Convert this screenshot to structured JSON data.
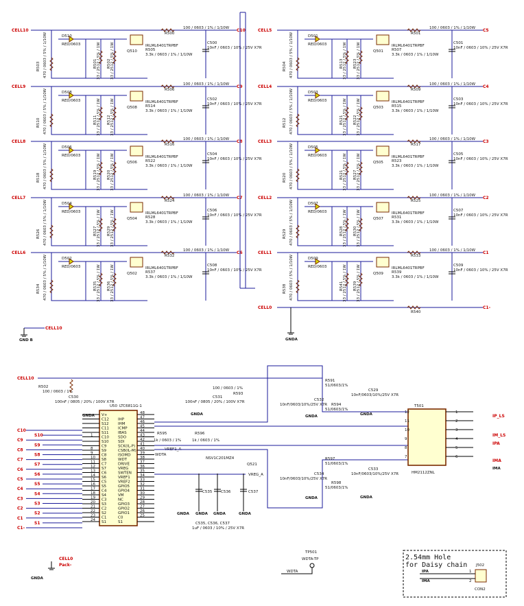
{
  "left_bank": {
    "cell_labels": [
      "CELL10",
      "CELL9",
      "CELL8",
      "CELL7",
      "CELL6"
    ],
    "c_labels": [
      "C10",
      "C9",
      "C8",
      "C7",
      "C6"
    ],
    "leds": [
      "D510",
      "D508",
      "D506",
      "D504",
      "D502"
    ],
    "led_val": "RED/0603",
    "mosfets": [
      "Q510",
      "Q508",
      "Q506",
      "Q504",
      "Q502"
    ],
    "mos_val": "IRLML6401TRPBF",
    "r_series": [
      "R500",
      "R506",
      "R516",
      "R524",
      "R532"
    ],
    "r_series_val": "100 / 0603 / 1% / 1/10W",
    "r_gate": [
      "R505",
      "R514",
      "R522",
      "R528",
      "R537"
    ],
    "r_gate_val": "3.3k / 0603 / 1% / 1/10W",
    "r_led": [
      "R503",
      "R510",
      "R518",
      "R526",
      "R534"
    ],
    "r_led_val": "470 / 0603 / 5% / 1/10W",
    "r_bal_a": [
      "R501",
      "R511",
      "R519",
      "R527",
      "R535"
    ],
    "r_bal_b": [
      "R502",
      "R512",
      "R520",
      "R529",
      "R536"
    ],
    "r_bal_val": "33 / 2512 / 5% / 1W",
    "caps": [
      "C500",
      "C502",
      "C504",
      "C506",
      "C508"
    ],
    "cap_val": "10nF / 0603 / 10% / 25V X7R",
    "bottom_label": "CELL10",
    "gnd": "GND B"
  },
  "right_bank": {
    "cell_labels": [
      "CELL5",
      "CELL4",
      "CELL3",
      "CELL2",
      "CELL1",
      "CELL0"
    ],
    "c_labels": [
      "C5",
      "C4",
      "C3",
      "C2",
      "C1",
      "C1-"
    ],
    "leds": [
      "D501",
      "D503",
      "D505",
      "D507",
      "D509"
    ],
    "mosfets": [
      "Q501",
      "Q503",
      "Q505",
      "Q507",
      "Q509"
    ],
    "r_series": [
      "R501",
      "R509",
      "R517",
      "R525",
      "R533",
      "R540"
    ],
    "r_series_val": "100 / 0603 / 1% / 1/10W",
    "r_gate": [
      "R507",
      "R515",
      "R523",
      "R531",
      "R539"
    ],
    "r_gate_val": "3.3k / 0603 / 1% / 1/10W",
    "r_led": [
      "R504",
      "R512",
      "R520",
      "R529",
      "R538"
    ],
    "r_bal_a": [
      "R513",
      "R521",
      "R521",
      "R528",
      "R541"
    ],
    "r_bal_b": [
      "R523",
      "R522",
      "R527",
      "R530",
      "R539"
    ],
    "caps": [
      "C501",
      "C503",
      "C505",
      "C507",
      "C509"
    ],
    "cap_val": "10nF / 0603 / 10% / 25V X7R",
    "gnd": "GNDA"
  },
  "ic": {
    "ref": "U50",
    "part": "LTC6811G-1",
    "left_pins": [
      {
        "num": "",
        "name": "V+"
      },
      {
        "num": "",
        "name": "C12"
      },
      {
        "num": "",
        "name": "S12"
      },
      {
        "num": "",
        "name": "C11"
      },
      {
        "num": "",
        "name": "S11"
      },
      {
        "num": "1",
        "name": "C10"
      },
      {
        "num": "",
        "name": "S10"
      },
      {
        "num": "",
        "name": "C9"
      },
      {
        "num": "8",
        "name": "S9"
      },
      {
        "num": "9",
        "name": "C8"
      },
      {
        "num": "10",
        "name": "S8"
      },
      {
        "num": "11",
        "name": "C7"
      },
      {
        "num": "12",
        "name": "S7"
      },
      {
        "num": "13",
        "name": "C6"
      },
      {
        "num": "14",
        "name": "S6"
      },
      {
        "num": "15",
        "name": "C5"
      },
      {
        "num": "16",
        "name": "S5"
      },
      {
        "num": "17",
        "name": "C4"
      },
      {
        "num": "18",
        "name": "S4"
      },
      {
        "num": "19",
        "name": "C3"
      },
      {
        "num": "20",
        "name": "S3"
      },
      {
        "num": "21",
        "name": "C2"
      },
      {
        "num": "22",
        "name": "S2"
      },
      {
        "num": "23",
        "name": "C1"
      },
      {
        "num": "24",
        "name": "S1"
      }
    ],
    "right_pins": [
      {
        "num": "48",
        "name": ""
      },
      {
        "num": "47",
        "name": "IHP"
      },
      {
        "num": "46",
        "name": "IHM"
      },
      {
        "num": "45",
        "name": "ICMP"
      },
      {
        "num": "44",
        "name": "IBAS"
      },
      {
        "num": "43",
        "name": "SDO"
      },
      {
        "num": "42",
        "name": "SDI"
      },
      {
        "num": "41",
        "name": "SCK(IL-P)"
      },
      {
        "num": "40",
        "name": "CSB(IL-M)"
      },
      {
        "num": "39",
        "name": "ISOMD"
      },
      {
        "num": "38",
        "name": "WDT"
      },
      {
        "num": "37",
        "name": "DRIVE"
      },
      {
        "num": "36",
        "name": "VREG"
      },
      {
        "num": "35",
        "name": "SWTEN"
      },
      {
        "num": "34",
        "name": "VREF1"
      },
      {
        "num": "33",
        "name": "VREF2"
      },
      {
        "num": "32",
        "name": "GPIO5"
      },
      {
        "num": "31",
        "name": "GPIO4"
      },
      {
        "num": "30",
        "name": "VM"
      },
      {
        "num": "29",
        "name": "NC"
      },
      {
        "num": "28",
        "name": "GPIO3"
      },
      {
        "num": "27",
        "name": "GPIO2"
      },
      {
        "num": "26",
        "name": "GPIO1"
      },
      {
        "num": "25",
        "name": "C0"
      },
      {
        "num": "",
        "name": "S1"
      }
    ]
  },
  "bottom_left": {
    "cell_in": "CELL10",
    "r502": "R502",
    "r502_val": "100 / 0603 / 1%",
    "c530": "C530",
    "c530_val": "100nF / 0805 / 20% / 100V X7R",
    "gnda": "GNDA",
    "c531": "C531",
    "c531_val": "100nF / 0805 / 20% / 100V X7R",
    "r593_val": "100 / 0603 / 1%",
    "r593": "R593",
    "r595": "R595",
    "r595_val": "1k / 0603 / 1%",
    "r596": "R596",
    "r596_val": "1k / 0603 / 1%",
    "wdta": "WDTA",
    "vref1": "VREF1_A",
    "q521_part": "NSV1C201MZ4",
    "q521": "Q521",
    "vreg": "VREG_A",
    "c535": "C535",
    "c536": "C536",
    "c537": "C537",
    "cap_note1": "C535, C536, C537",
    "cap_note2": "1uF / 0603 / 10% / 25V X7R",
    "left_nets": [
      "C10",
      "S10",
      "C9",
      "S9",
      "C8",
      "S8",
      "C7",
      "S7",
      "C6",
      "S6",
      "C5",
      "S5",
      "C4",
      "S4",
      "C3",
      "S3",
      "C2",
      "S2",
      "C1",
      "S1",
      "C1-"
    ],
    "cell0": "CELL0",
    "pack": "Pack-"
  },
  "isolation": {
    "r591": "R591",
    "r591_val": "51/0603/1%",
    "c532": "C532",
    "c532_val": "10nF/0603/10%/25V X7R",
    "r594": "R594",
    "r594_val": "51/0603/1%",
    "c529": "C529",
    "c529_val": "10nF/0603/10%/25V X7R",
    "r597": "R597",
    "r597_val": "51/0603/1%",
    "c534": "C534",
    "c534_val": "10nF/0603/10%/25V X7R",
    "r598": "R598",
    "r598_val": "51/0603/1%",
    "c533": "C533",
    "c533_val": "10nF/0603/10%/25V X7R",
    "t501": "T501",
    "t501_part": "HM2112ZNL",
    "t_left": [
      "12",
      "11",
      "10",
      "9",
      "8",
      "7"
    ],
    "t_right": [
      "1",
      "2",
      "3",
      "4",
      "5",
      "6"
    ],
    "out_nets": [
      "IP_LS",
      "IM_LS",
      "IPA",
      "IMA",
      "IMA"
    ]
  },
  "test_point": {
    "ref": "TP501",
    "name": "WDTA-TP",
    "net": "WDTA"
  },
  "connector": {
    "title1": "2.54mm Hole",
    "title2": "for Daisy chain",
    "ref": "J502",
    "pins": [
      {
        "net": "IPA",
        "num": "1"
      },
      {
        "net": "IMA",
        "num": "2"
      }
    ],
    "part": "CON2"
  }
}
